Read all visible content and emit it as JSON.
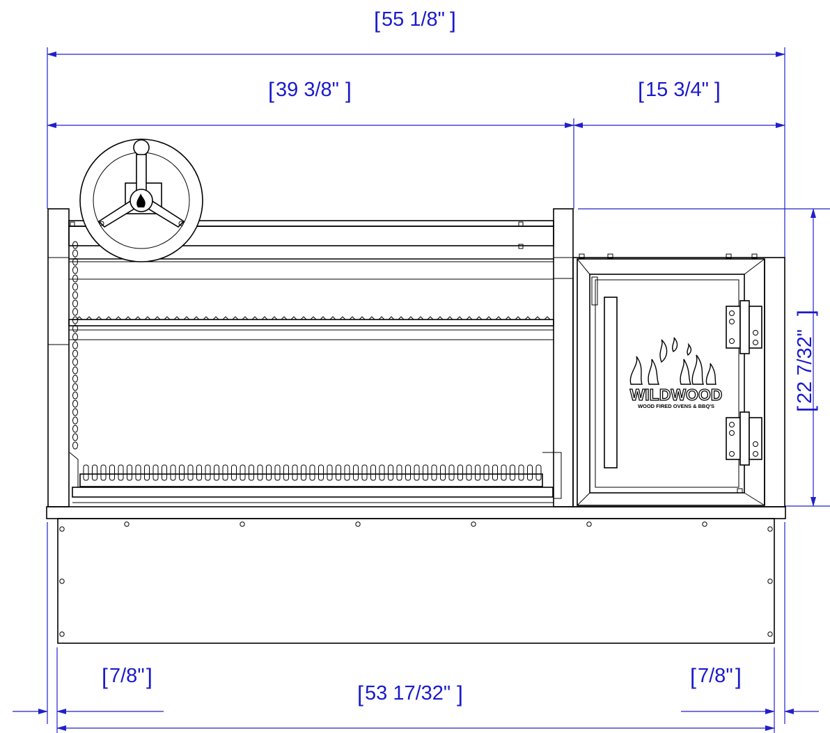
{
  "dimensions": {
    "overall_width": "55 1/8\"",
    "grill_width": "39 3/8\"",
    "firebox_width": "15 3/4\"",
    "height": "22 7/32\"",
    "left_offset": "7/8\"",
    "right_offset": "7/8\"",
    "base_width": "53 17/32\""
  },
  "logo": {
    "brand": "WILDWOOD",
    "tagline": "WOOD FIRED OVENS & BBQ'S"
  },
  "colors": {
    "dimension": "#1a1acc",
    "linework": "#000000"
  }
}
